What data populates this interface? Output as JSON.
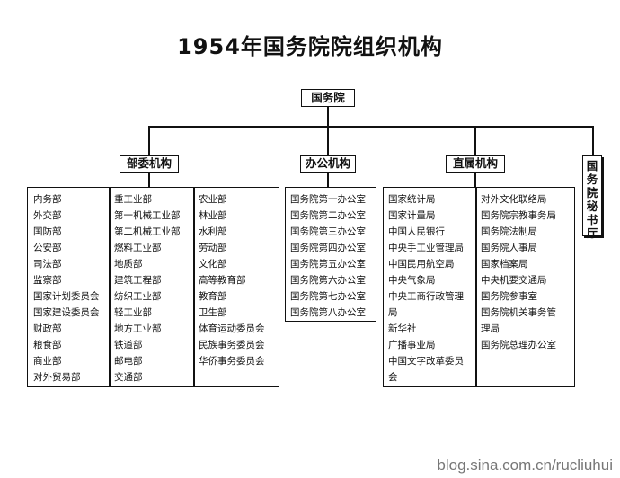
{
  "title": "1954年国务院院组织机构",
  "root": "国务院",
  "branches": {
    "bu_wei": {
      "label": "部委机构",
      "col1": [
        "内务部",
        "外交部",
        "国防部",
        "公安部",
        "司法部",
        "监察部",
        "国家计划委员会",
        "国家建设委员会",
        "财政部",
        "粮食部",
        "商业部",
        "对外贸易部"
      ],
      "col2": [
        "重工业部",
        "第一机械工业部",
        "第二机械工业部",
        "燃料工业部",
        "地质部",
        "建筑工程部",
        "纺织工业部",
        "轻工业部",
        "地方工业部",
        "铁道部",
        "邮电部",
        "交通部"
      ],
      "col3": [
        "农业部",
        "林业部",
        "水利部",
        "劳动部",
        "文化部",
        "高等教育部",
        "教育部",
        "卫生部",
        "体育运动委员会",
        "民族事务委员会",
        "华侨事务委员会"
      ]
    },
    "ban_gong": {
      "label": "办公机构",
      "items": [
        "国务院第一办公室",
        "国务院第二办公室",
        "国务院第三办公室",
        "国务院第四办公室",
        "国务院第五办公室",
        "国务院第六办公室",
        "国务院第七办公室",
        "国务院第八办公室"
      ]
    },
    "zhi_shu": {
      "label": "直属机构",
      "col1": [
        "国家统计局",
        "国家计量局",
        "中国人民银行",
        "中央手工业管理局",
        "中国民用航空局",
        "中央气象局",
        "中央工商行政管理",
        "局",
        "新华社",
        "广播事业局",
        "中国文字改革委员",
        "会"
      ],
      "col2": [
        "对外文化联络局",
        "国务院宗教事务局",
        "国务院法制局",
        "国务院人事局",
        "国家档案局",
        "中央机要交通局",
        "国务院参事室",
        "国务院机关事务管",
        "理局",
        "国务院总理办公室"
      ]
    },
    "mi_shu": {
      "label": "国务院秘书厅"
    }
  },
  "watermark": "blog.sina.com.cn/rucliuhui"
}
